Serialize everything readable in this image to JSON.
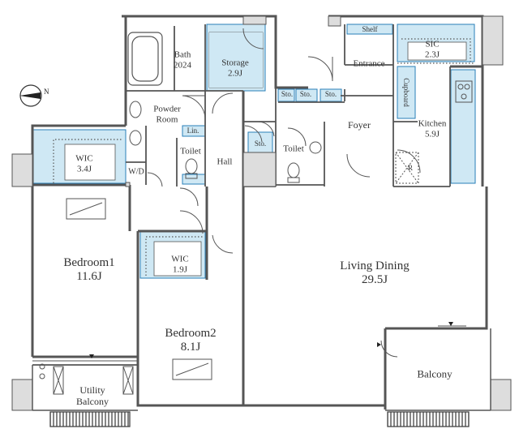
{
  "colors": {
    "wall": "#555555",
    "storage_fill": "#cfe8f4",
    "storage_line": "#2a7fb8",
    "line": "#666666",
    "bg": "#ffffff"
  },
  "icons": [
    "north-arrow-icon",
    "bathtub-icon",
    "toilet-icon",
    "sink-icon",
    "stove-icon",
    "fridge-icon",
    "washer-icon",
    "door-swing-icon",
    "window-icon"
  ],
  "rooms": {
    "bath": {
      "name": "Bath",
      "size": "2024"
    },
    "storage": {
      "name": "Storage",
      "size": "2.9J"
    },
    "shelf": {
      "name": "Shelf"
    },
    "sic": {
      "name": "SIC",
      "size": "2.3J"
    },
    "entrance": {
      "name": "Entrance"
    },
    "sto1": {
      "name": "Sto."
    },
    "sto2": {
      "name": "Sto."
    },
    "sto3": {
      "name": "Sto."
    },
    "sto4": {
      "name": "Sto."
    },
    "powder_room": {
      "line1": "Powder",
      "line2": "Room"
    },
    "lin": {
      "name": "Lin."
    },
    "toilet1": {
      "name": "Toilet"
    },
    "toilet2": {
      "name": "Toilet"
    },
    "foyer": {
      "name": "Foyer"
    },
    "cupboard": {
      "name": "Cupboard"
    },
    "kitchen": {
      "name": "Kitchen",
      "size": "5.9J"
    },
    "fridge": {
      "name": "R"
    },
    "wic1": {
      "name": "WIC",
      "size": "3.4J"
    },
    "wd": {
      "name": "W/D"
    },
    "hall": {
      "name": "Hall"
    },
    "bedroom1": {
      "name": "Bedroom1",
      "size": "11.6J"
    },
    "wic2": {
      "name": "WIC",
      "size": "1.9J"
    },
    "living_dining": {
      "name": "Living Dining",
      "size": "29.5J"
    },
    "bedroom2": {
      "name": "Bedroom2",
      "size": "8.1J"
    },
    "utility_balcony": {
      "line1": "Utility",
      "line2": "Balcony"
    },
    "balcony": {
      "name": "Balcony"
    }
  }
}
